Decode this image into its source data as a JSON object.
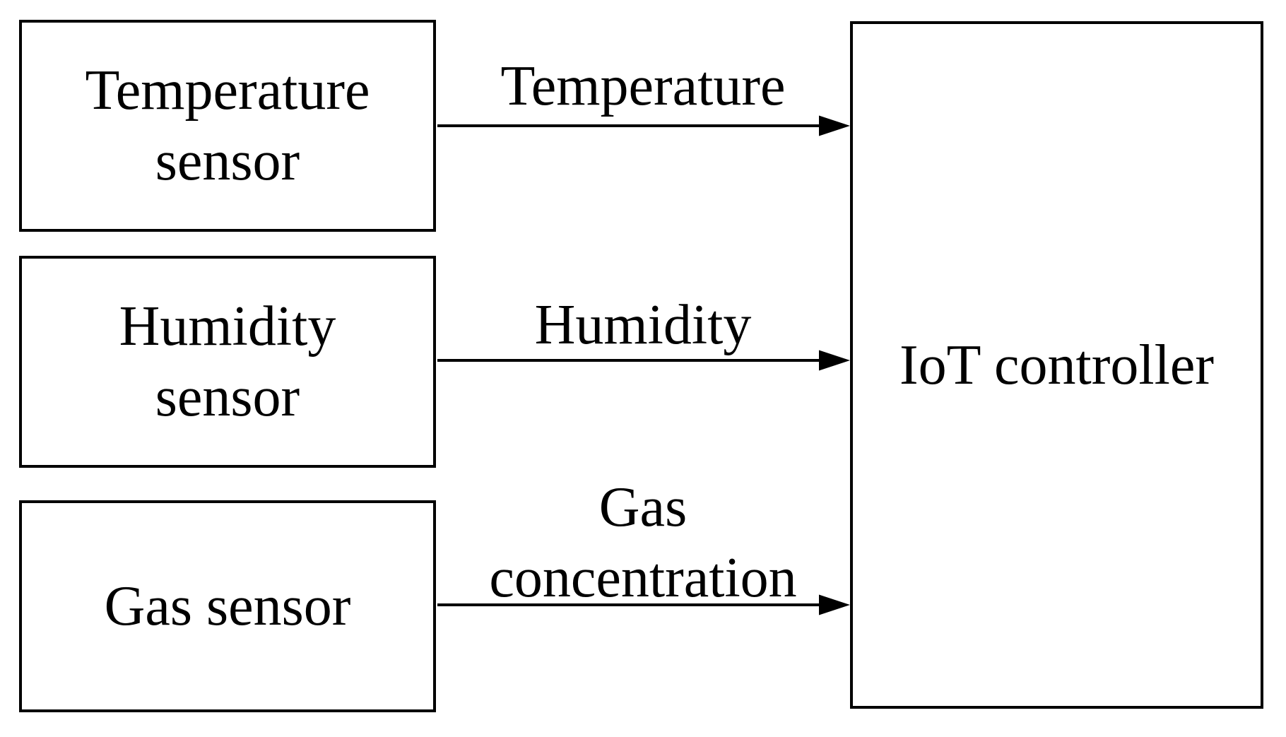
{
  "diagram": {
    "background_color": "#ffffff",
    "ink_color": "#000000",
    "nodes": {
      "temperature_sensor": {
        "lines": [
          "Temperature",
          "sensor"
        ]
      },
      "humidity_sensor": {
        "lines": [
          "Humidity",
          "sensor"
        ]
      },
      "gas_sensor": {
        "lines": [
          "Gas sensor"
        ]
      },
      "iot_controller": {
        "lines": [
          "IoT controller"
        ]
      }
    },
    "edges": [
      {
        "from": "temperature_sensor",
        "to": "iot_controller",
        "label_lines": [
          "Temperature"
        ]
      },
      {
        "from": "humidity_sensor",
        "to": "iot_controller",
        "label_lines": [
          "Humidity"
        ]
      },
      {
        "from": "gas_sensor",
        "to": "iot_controller",
        "label_lines": [
          "Gas",
          "concentration"
        ]
      }
    ]
  }
}
